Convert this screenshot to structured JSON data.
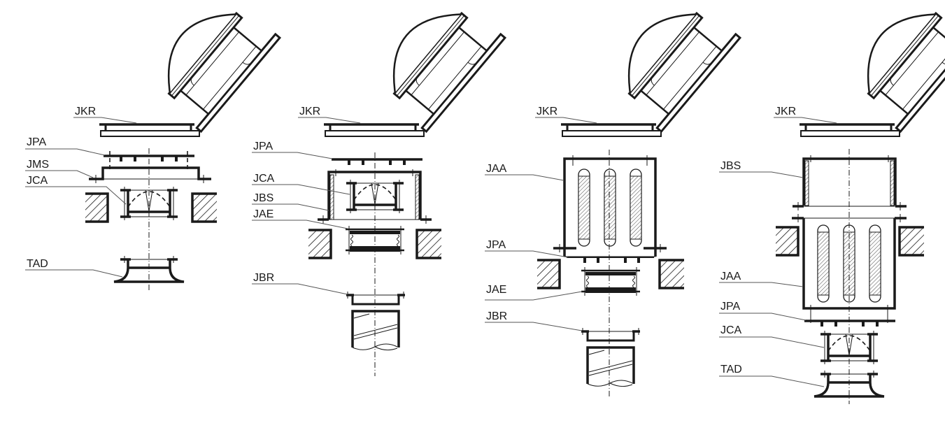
{
  "diagram": {
    "title": "",
    "assemblies": [
      {
        "id": "assembly-1",
        "labels": [
          "JKR",
          "JPA",
          "JMS",
          "JCA",
          "TAD"
        ]
      },
      {
        "id": "assembly-2",
        "labels": [
          "JKR",
          "JPA",
          "JCA",
          "JBS",
          "JAE",
          "JBR"
        ]
      },
      {
        "id": "assembly-3",
        "labels": [
          "JKR",
          "JAA",
          "JPA",
          "JAE",
          "JBR"
        ]
      },
      {
        "id": "assembly-4",
        "labels": [
          "JKR",
          "JBS",
          "JAA",
          "JPA",
          "JCA",
          "TAD"
        ]
      }
    ]
  },
  "labels": {
    "a1": {
      "jkr": "JKR",
      "jpa": "JPA",
      "jms": "JMS",
      "jca": "JCA",
      "tad": "TAD"
    },
    "a2": {
      "jkr": "JKR",
      "jpa": "JPA",
      "jca": "JCA",
      "jbs": "JBS",
      "jae": "JAE",
      "jbr": "JBR"
    },
    "a3": {
      "jkr": "JKR",
      "jaa": "JAA",
      "jpa": "JPA",
      "jae": "JAE",
      "jbr": "JBR"
    },
    "a4": {
      "jkr": "JKR",
      "jbs": "JBS",
      "jaa": "JAA",
      "jpa": "JPA",
      "jca": "JCA",
      "tad": "TAD"
    }
  }
}
